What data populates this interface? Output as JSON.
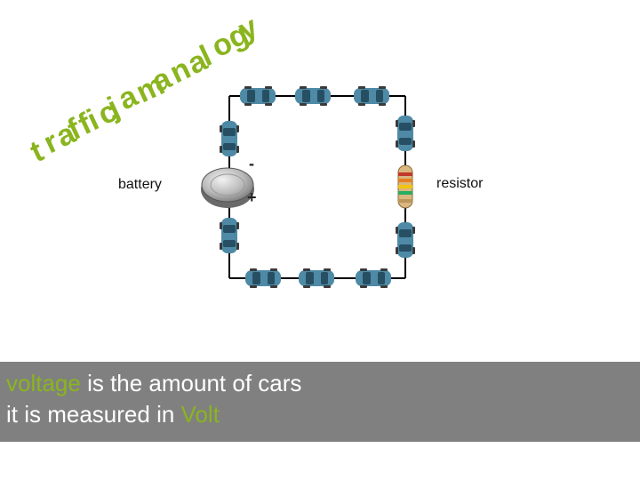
{
  "title": {
    "letters": [
      "t",
      "r",
      "a",
      "f",
      "f",
      "i",
      "c",
      " ",
      "j",
      "a",
      "m",
      " ",
      "a",
      "n",
      "a",
      "l",
      "o",
      "g",
      "y"
    ],
    "color": "#8ab51e"
  },
  "labels": {
    "battery": "battery",
    "resistor": "resistor",
    "minus": "-",
    "plus": "+"
  },
  "caption": {
    "line1_highlight": "voltage",
    "line1_rest": " is the amount of cars",
    "line2_text": "it is measured in ",
    "line2_highlight": "Volt",
    "background": "#808080",
    "highlight_color": "#8ab51e"
  },
  "icons": {
    "car": "car-icon",
    "battery": "battery-icon",
    "resistor": "resistor-icon"
  }
}
